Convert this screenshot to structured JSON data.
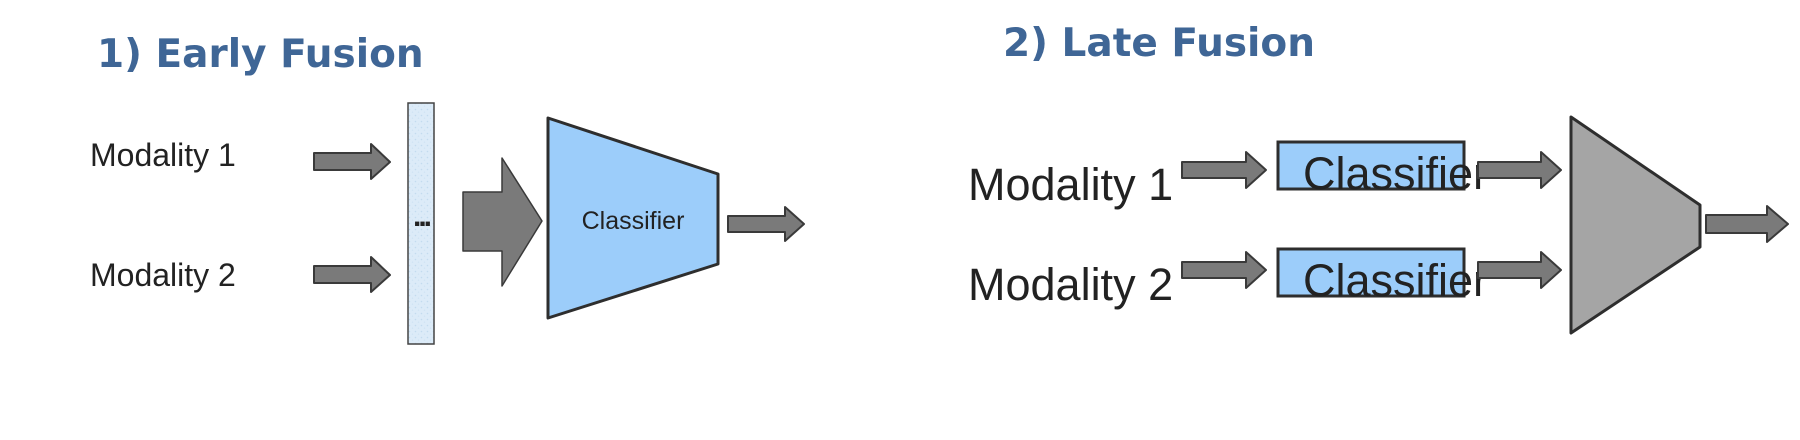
{
  "colors": {
    "title": "#3f6696",
    "arrow_fill": "#7a7a7a",
    "arrow_stroke": "#3a3a3a",
    "classifier_fill": "#9ccdfa",
    "fusion_fill": "#a5a5a5",
    "feature_bar_fill": "#dcebf8",
    "outline": "#2e2e2e"
  },
  "early_fusion": {
    "title": "1) Early Fusion",
    "modality_1": "Modality 1",
    "modality_2": "Modality 2",
    "concat_dots": "...",
    "classifier_label": "Classifier"
  },
  "late_fusion": {
    "title": "2) Late Fusion",
    "modality_1": "Modality 1",
    "modality_2": "Modality 2",
    "classifier_1_label": "Classifier",
    "classifier_2_label": "Classifier"
  }
}
